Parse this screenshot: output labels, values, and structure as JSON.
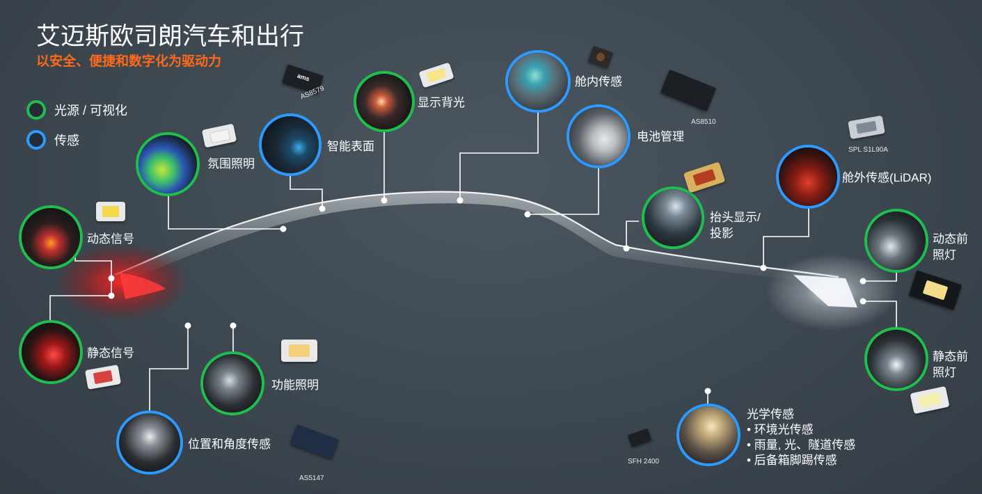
{
  "header": {
    "title": "艾迈斯欧司朗汽车和出行",
    "subtitle": "以安全、便捷和数字化为驱动力"
  },
  "legend": [
    {
      "label": "光源 / 可视化",
      "color": "#1fbf4f"
    },
    {
      "label": "传感",
      "color": "#2b9bff"
    }
  ],
  "features": {
    "ambient": "氛围照明",
    "smart_surface": "智能表面",
    "backlight": "显示背光",
    "cabin_sensing": "舱内传感",
    "battery": "电池管理",
    "hud_line1": "抬头显示/",
    "hud_line2": "投影",
    "lidar": "舱外传感(LiDAR)",
    "dynamic_signal": "动态信号",
    "static_signal": "静态信号",
    "function_light": "功能照明",
    "position_angle": "位置和角度传感",
    "dyn_front_1": "动态前",
    "dyn_front_2": "照灯",
    "static_front_1": "静态前",
    "static_front_2": "照灯",
    "optical_title": "光学传感",
    "optical_items": [
      "•  环境光传感",
      "•  雨量, 光、隧道传感",
      "•  后备箱脚踢传感"
    ]
  },
  "chips": {
    "as8579": "AS8579",
    "as8510": "AS8510",
    "spl": "SPL S1L90A",
    "sfh": "SFH 2400",
    "as5147": "AS5147",
    "ams_logo": "ams"
  },
  "colors": {
    "light_ring": "#1fbf4f",
    "sensing_ring": "#2b9bff",
    "subtitle": "#ff6a1a"
  }
}
